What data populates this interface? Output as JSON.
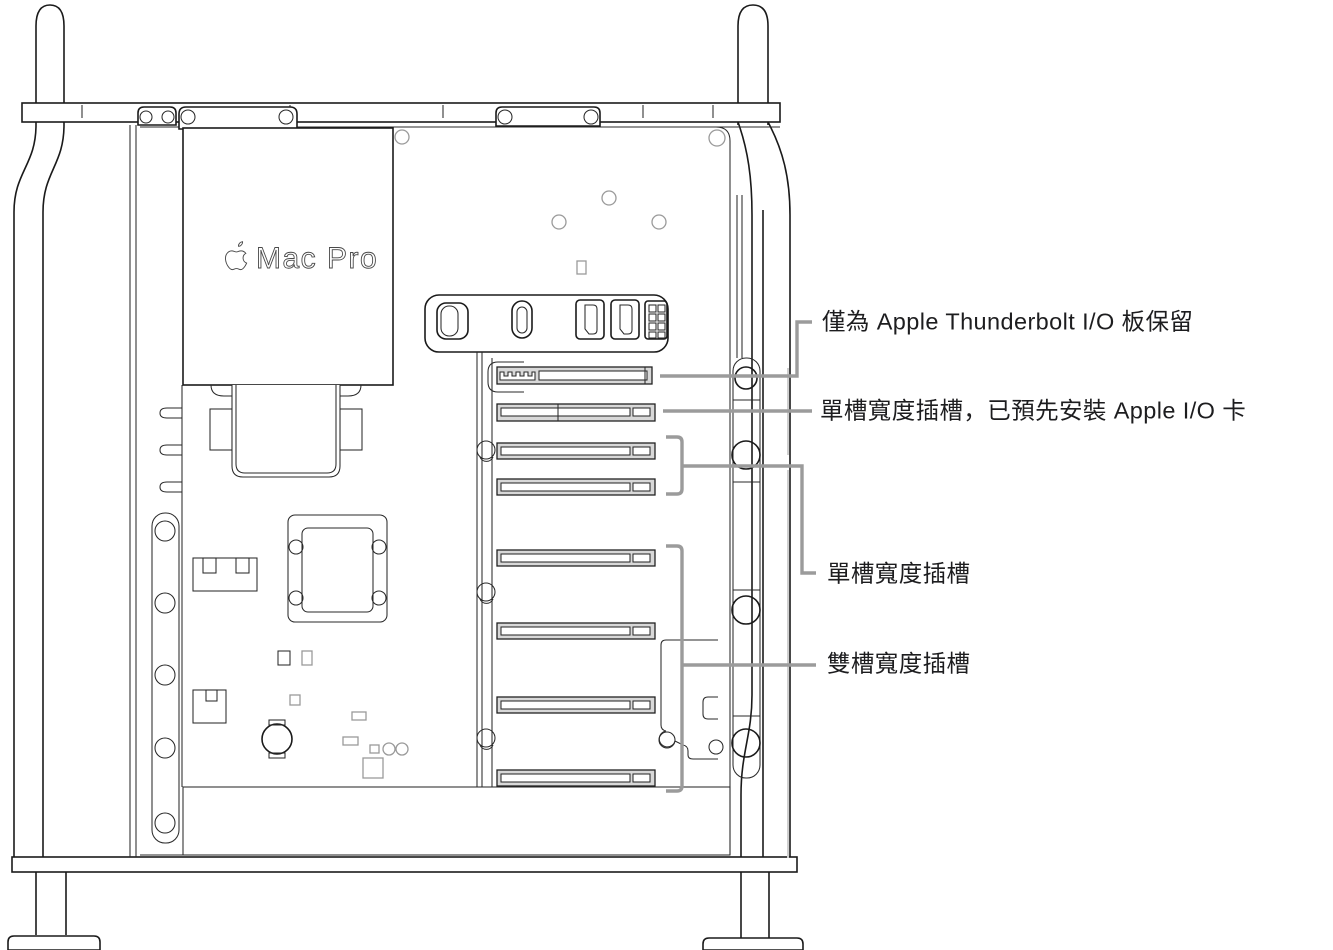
{
  "logo": {
    "text": "Mac Pro",
    "icon": "apple-logo-icon"
  },
  "callouts": [
    {
      "id": "thunderbolt-reserved",
      "label": "僅為 Apple Thunderbolt I/O 板保留"
    },
    {
      "id": "single-wide-io-preinstalled",
      "label": "單槽寬度插槽，已預先安裝 Apple I/O 卡"
    },
    {
      "id": "single-wide-slots",
      "label": "單槽寬度插槽"
    },
    {
      "id": "double-wide-slots",
      "label": "雙槽寬度插槽"
    }
  ],
  "ports": [
    "usb-port",
    "usb-c-port",
    "hdmi-port",
    "hdmi-port",
    "power-connector-port"
  ],
  "slot_count": 8,
  "colors": {
    "line": "#1a1a1a",
    "leader": "#9b9b9b",
    "slot_fill": "#d8d8d8",
    "component_grey": "#9a9a9a",
    "light_grey": "#cfcfcf",
    "text": "#1d1d1f",
    "background": "#ffffff"
  }
}
